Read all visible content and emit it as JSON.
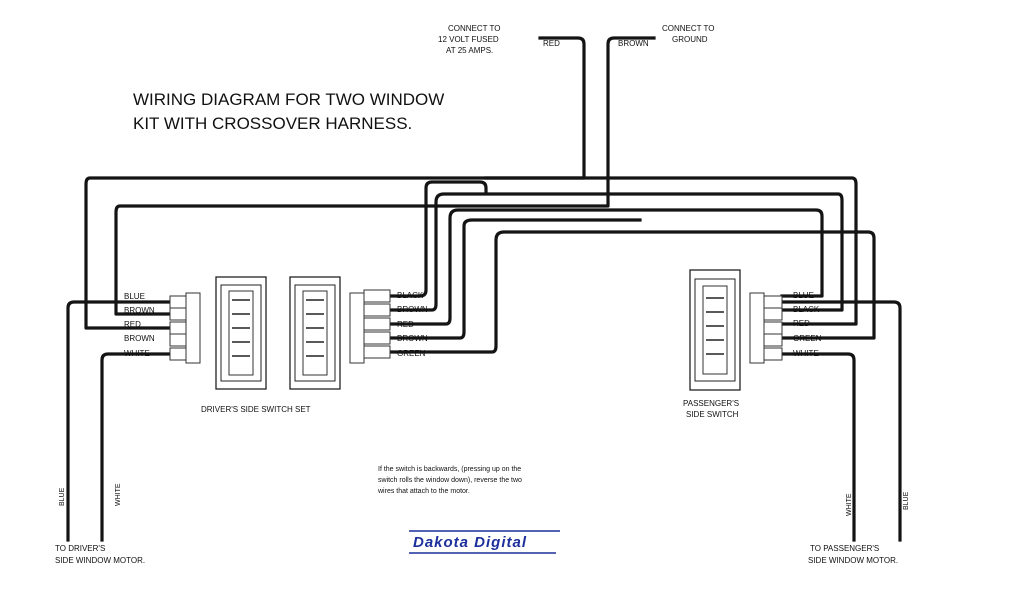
{
  "title": {
    "line1": "WIRING DIAGRAM FOR TWO WINDOW",
    "line2": "KIT WITH CROSSOVER HARNESS."
  },
  "power": {
    "line1": "CONNECT TO",
    "line2": "12 VOLT FUSED",
    "line3": "AT 25 AMPS.",
    "wire": "RED"
  },
  "ground": {
    "line1": "CONNECT TO",
    "line2": "GROUND",
    "wire": "BROWN"
  },
  "driver_plug_wires": [
    "BLUE",
    "BROWN",
    "RED",
    "BROWN",
    "WHITE"
  ],
  "driver_harness_wires": [
    "BLACK",
    "BROWN",
    "RED",
    "BROWN",
    "GREEN"
  ],
  "passenger_plug_wires": [
    "BLUE",
    "BLACK",
    "RED",
    "GREEN",
    "WHITE"
  ],
  "driver_switch_label": "DRIVER'S SIDE SWITCH SET",
  "passenger_switch_label": {
    "line1": "PASSENGER'S",
    "line2": "SIDE SWITCH"
  },
  "note": {
    "line1": "If the switch is backwards, (pressing up on the",
    "line2": "switch rolls the window down), reverse the two",
    "line3": "wires that attach to the motor."
  },
  "driver_motor": {
    "wire1": "BLUE",
    "wire2": "WHITE",
    "line1": "TO DRIVER'S",
    "line2": "SIDE WINDOW MOTOR."
  },
  "passenger_motor": {
    "wire1": "WHITE",
    "wire2": "BLUE",
    "line1": "TO PASSENGER'S",
    "line2": "SIDE WINDOW MOTOR."
  },
  "logo": "Dakota Digital",
  "colors": {
    "wire": "#141414",
    "logo": "#1c2f9c",
    "background": "#ffffff"
  }
}
